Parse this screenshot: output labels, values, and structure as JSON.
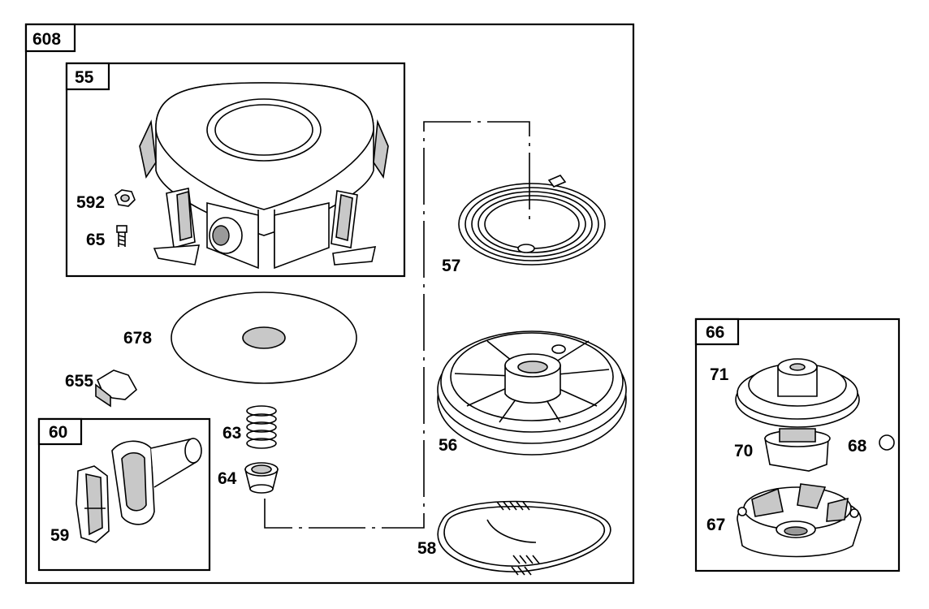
{
  "callouts": {
    "kit_608": "608",
    "kit_55": "55",
    "kit_60": "60",
    "kit_66": "66",
    "p592": "592",
    "p65": "65",
    "p678": "678",
    "p655": "655",
    "p63": "63",
    "p64": "64",
    "p59": "59",
    "p57": "57",
    "p56": "56",
    "p58": "58",
    "p71": "71",
    "p70": "70",
    "p68": "68",
    "p67": "67"
  }
}
